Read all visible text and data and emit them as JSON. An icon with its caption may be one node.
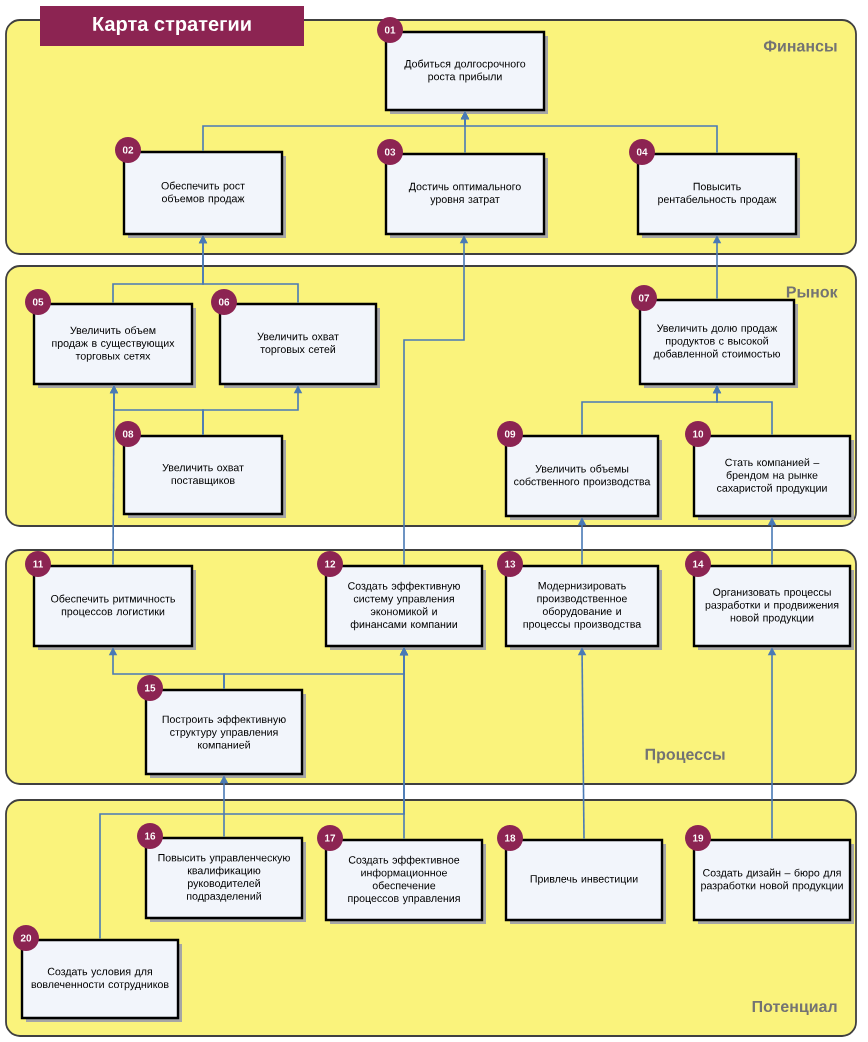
{
  "diagram": {
    "title": "Карта стратегии",
    "nodes": [
      {
        "text": [
          "Финансы"
        ]
      },
      {
        "text": [
          "01",
          "Добиться долгосрочного роста прибыли"
        ],
        "in": 0
      },
      {
        "text": [
          "02",
          "Обеспечить рост объемов продаж"
        ],
        "in": 0
      },
      {
        "text": [
          "03",
          "Достичь оптимального уровня затрат"
        ],
        "in": 0
      },
      {
        "text": [
          "04",
          "Повысить рентабельность продаж"
        ],
        "in": 0
      },
      {
        "text": [
          "Рынок"
        ]
      },
      {
        "text": [
          "05",
          "Увеличить объем продаж в существующих торговых сетях"
        ],
        "in": 5
      },
      {
        "text": [
          "06",
          "Увеличить охват торговых сетей"
        ],
        "in": 5
      },
      {
        "text": [
          "07",
          "Увеличить долю продаж продуктов с высокой добавленной стоимостью"
        ],
        "in": 5
      },
      {
        "text": [
          "08",
          "Увеличить охват поставщиков"
        ],
        "in": 5
      },
      {
        "text": [
          "09",
          "Увеличить объемы собственного производства"
        ],
        "in": 5
      },
      {
        "text": [
          "10",
          "Стать компанией – брендом на рынке сахаристой продукции"
        ],
        "in": 5
      },
      {
        "text": [
          "Процессы"
        ]
      },
      {
        "text": [
          "11",
          "Обеспечить ритмичность процессов логистики"
        ],
        "in": 12
      },
      {
        "text": [
          "12",
          "Создать эффективную систему управления экономикой и финансами компании"
        ],
        "in": 12
      },
      {
        "text": [
          "13",
          "Модернизировать производственное оборудование и процессы производства"
        ],
        "in": 12
      },
      {
        "text": [
          "14",
          "Организовать процессы разработки и продвижения новой продукции"
        ],
        "in": 12
      },
      {
        "text": [
          "15",
          "Построить эффективную структуру управления компанией"
        ],
        "in": 12
      },
      {
        "text": [
          "Потенциал"
        ]
      },
      {
        "text": [
          "16",
          "Повысить управленческую квалификацию руководителей подразделений"
        ],
        "in": 18
      },
      {
        "text": [
          "17",
          "Создать эффективное информационное обеспечение процессов управления"
        ],
        "in": 18
      },
      {
        "text": [
          "18",
          "Привлечь инвестиции"
        ],
        "in": 18
      },
      {
        "text": [
          "19",
          "Создать дизайн – бюро для разработки новой продукции"
        ],
        "in": 18
      },
      {
        "text": [
          "20",
          "Создать условия для вовлеченности сотрудников"
        ],
        "in": 18
      }
    ],
    "edges": [
      {
        "from": 2,
        "to": 1,
        "arrow": "to"
      },
      {
        "from": 3,
        "to": 1,
        "arrow": "to"
      },
      {
        "from": 4,
        "to": 1,
        "arrow": "to"
      },
      {
        "from": 6,
        "to": 2,
        "arrow": "to"
      },
      {
        "from": 7,
        "to": 2,
        "arrow": "to"
      },
      {
        "from": 14,
        "to": 3,
        "arrow": "to"
      },
      {
        "from": 8,
        "to": 4,
        "arrow": "to"
      },
      {
        "from": 9,
        "to": 6,
        "arrow": "to"
      },
      {
        "from": 9,
        "to": 7,
        "arrow": "to"
      },
      {
        "from": 10,
        "to": 8,
        "arrow": "to"
      },
      {
        "from": 11,
        "to": 8,
        "arrow": "to"
      },
      {
        "from": 13,
        "to": 6,
        "arrow": "to"
      },
      {
        "from": 15,
        "to": 10,
        "arrow": "to"
      },
      {
        "from": 16,
        "to": 11,
        "arrow": "to"
      },
      {
        "from": 17,
        "to": 13,
        "arrow": "to"
      },
      {
        "from": 17,
        "to": 14,
        "arrow": "to"
      },
      {
        "from": 19,
        "to": 17,
        "arrow": "to"
      },
      {
        "from": 20,
        "to": 14,
        "arrow": "to"
      },
      {
        "from": 23,
        "to": 14,
        "arrow": "to"
      },
      {
        "from": 21,
        "to": 15,
        "arrow": "to"
      },
      {
        "from": 22,
        "to": 16,
        "arrow": "to"
      }
    ]
  }
}
